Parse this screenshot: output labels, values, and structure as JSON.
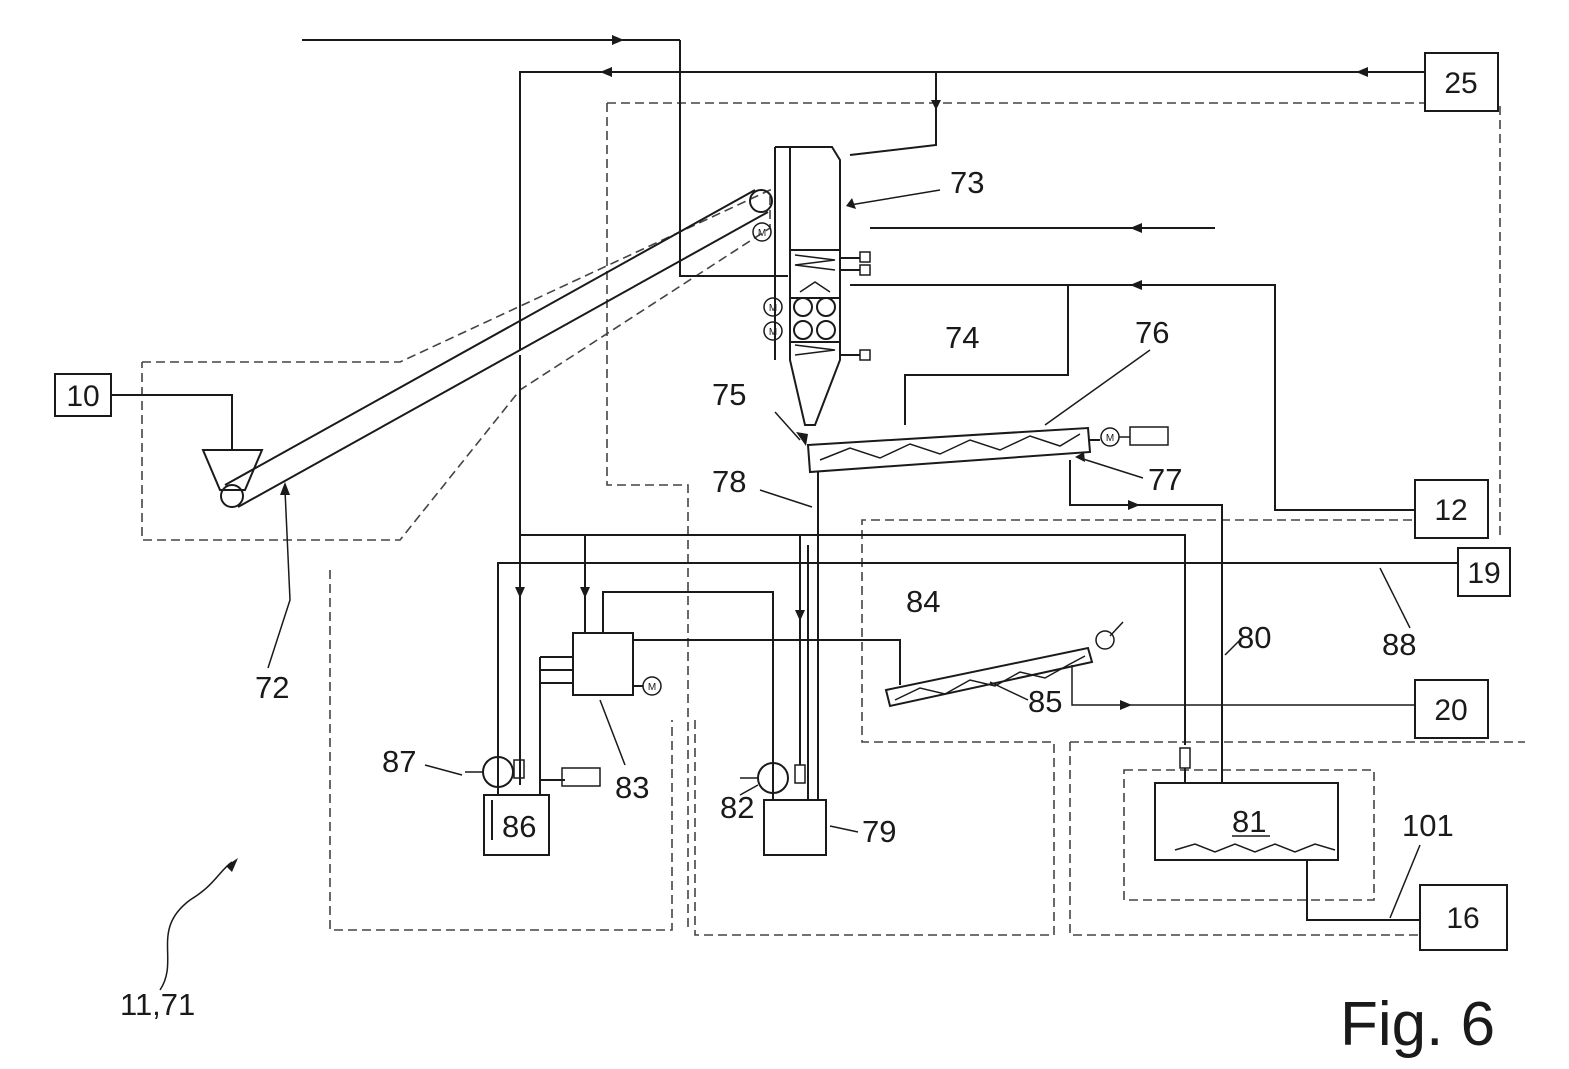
{
  "figure_label": "Fig. 6",
  "motor_symbol": "M",
  "boxes": {
    "b10": "10",
    "b25": "25",
    "b12": "12",
    "b19": "19",
    "b20": "20",
    "b16": "16"
  },
  "labels": {
    "r11_71": "11,71",
    "r72": "72",
    "r73": "73",
    "r74": "74",
    "r75": "75",
    "r76": "76",
    "r77": "77",
    "r78": "78",
    "r79": "79",
    "r80": "80",
    "r81": "81",
    "r82": "82",
    "r83": "83",
    "r84": "84",
    "r85": "85",
    "r86": "86",
    "r87": "87",
    "r88": "88",
    "r101": "101"
  }
}
